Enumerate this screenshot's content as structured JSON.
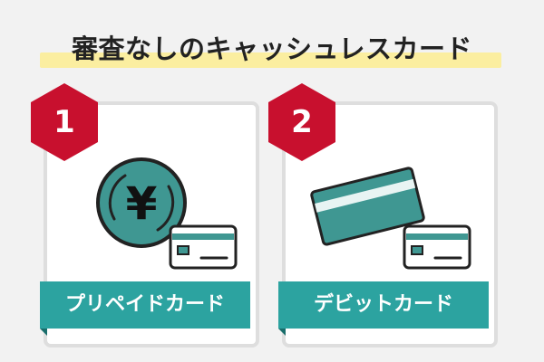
{
  "title": "審査なしのキャッシュレスカード",
  "cards": [
    {
      "number": "1",
      "label": "プリペイドカード",
      "currency_symbol": "¥"
    },
    {
      "number": "2",
      "label": "デビットカード"
    }
  ],
  "colors": {
    "accent_teal": "#2ca3a0",
    "card_teal": "#3f9792",
    "hex_red": "#c8102e",
    "highlight_yellow": "#fbeea0",
    "card_border": "#dedede"
  },
  "icons": [
    "yen-coin-icon",
    "credit-card-icon",
    "hexagon-badge-icon"
  ]
}
